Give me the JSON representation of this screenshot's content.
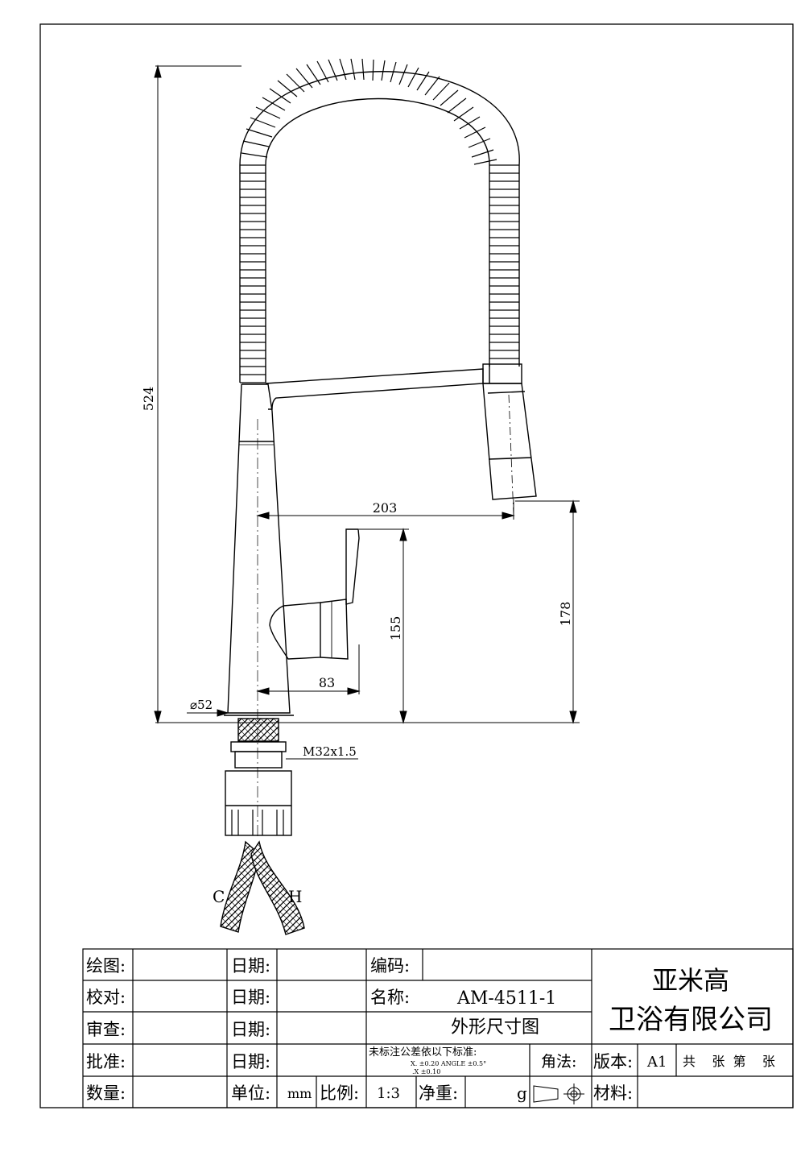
{
  "dimensions": {
    "height_total": "524",
    "spout_reach": "203",
    "outlet_height": "178",
    "handle_height": "155",
    "handle_reach": "83",
    "base_diameter": "⌀52",
    "thread": "M32x1.5"
  },
  "hoses": {
    "cold": "C",
    "hot": "H"
  },
  "title_block": {
    "drawn_label": "绘图:",
    "checked_label": "校对:",
    "reviewed_label": "审查:",
    "approved_label": "批准:",
    "quantity_label": "数量:",
    "date_label": "日期:",
    "unit_label": "单位:",
    "unit_value": "mm",
    "scale_label": "比例:",
    "scale_value": "1:3",
    "code_label": "编码:",
    "name_label": "名称:",
    "model": "AM-4511-1",
    "drawing_title": "外形尺寸图",
    "tolerance_title": "未标注公差依以下标准:",
    "tolerance_line1": "X.        ±0.20   ANGLE   ±0.5°",
    "tolerance_line2": ".X       ±0.10",
    "net_weight_label": "净重:",
    "net_weight_unit": "g",
    "projection_label": "角法:",
    "version_label": "版本:",
    "version_value": "A1",
    "sheets_text": "共    张  第    张",
    "material_label": "材料:",
    "company_line1": "亚米高",
    "company_line2": "卫浴有限公司"
  }
}
